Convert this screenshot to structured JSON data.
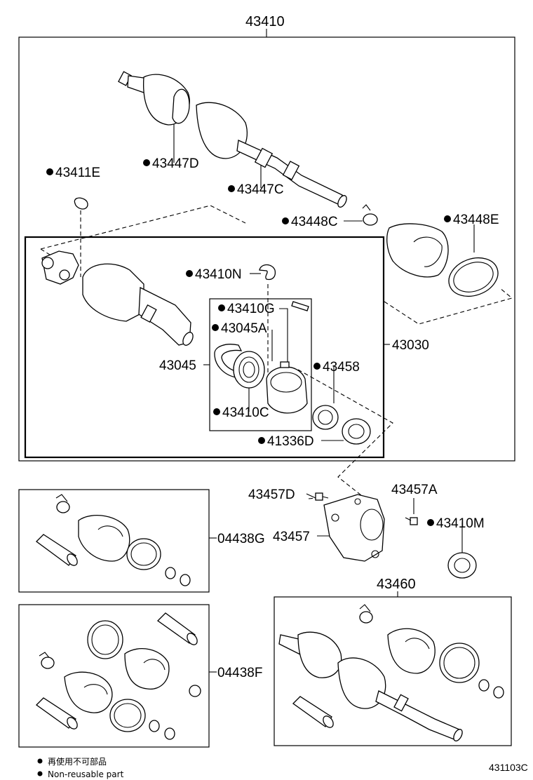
{
  "labels": {
    "p43410": "43410",
    "p43447D": "43447D",
    "p43447C": "43447C",
    "p43411E": "43411E",
    "p43448C": "43448C",
    "p43448E": "43448E",
    "p43410N": "43410N",
    "p43410G": "43410G",
    "p43045A": "43045A",
    "p43045": "43045",
    "p43458": "43458",
    "p43030": "43030",
    "p43410C": "43410C",
    "p41336D": "41336D",
    "p43457D": "43457D",
    "p43457A": "43457A",
    "p43410M": "43410M",
    "p43457": "43457",
    "p04438G": "04438G",
    "p43460": "43460",
    "p04438F": "04438F"
  },
  "legend": {
    "line1": "再使用不可部品",
    "line2": "Non-reusable part"
  },
  "diagram_code": "431103C"
}
